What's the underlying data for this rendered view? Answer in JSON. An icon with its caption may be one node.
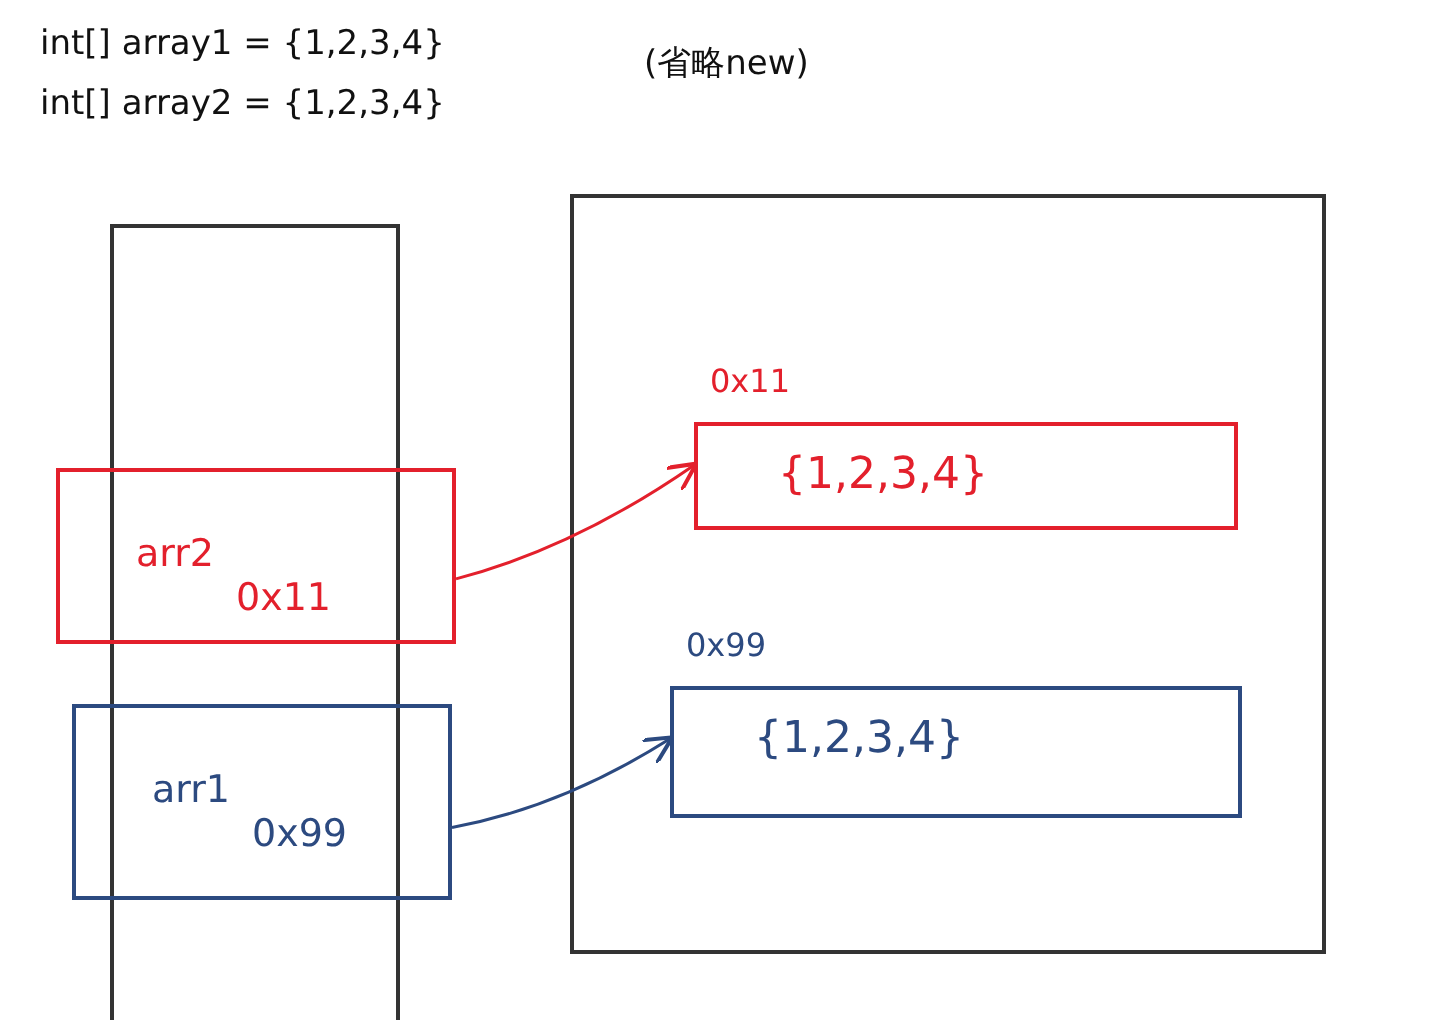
{
  "diagram": {
    "nodes": [
      {
        "text": [],
        "shape": "box"
      },
      {
        "text": [
          "arr2",
          "0x11"
        ]
      },
      {
        "text": [
          "arr1",
          "0x99"
        ]
      },
      {
        "text": [],
        "shape": "box"
      },
      {
        "text": [
          "0x11",
          "{1,2,3,4}"
        ],
        "in": 3
      },
      {
        "text": [
          "0x99",
          "{1,2,3,4}"
        ],
        "in": 3
      }
    ],
    "edges": [
      {
        "from": 1,
        "to": 4,
        "arrow": "to",
        "color": "#e3202c"
      },
      {
        "from": 2,
        "to": 5,
        "arrow": "to",
        "color": "#2c4a80"
      }
    ],
    "labels": [
      "int[] array1 = {1,2,3,4}",
      "int[] array2 = {1,2,3,4}",
      "(省略new)"
    ]
  }
}
